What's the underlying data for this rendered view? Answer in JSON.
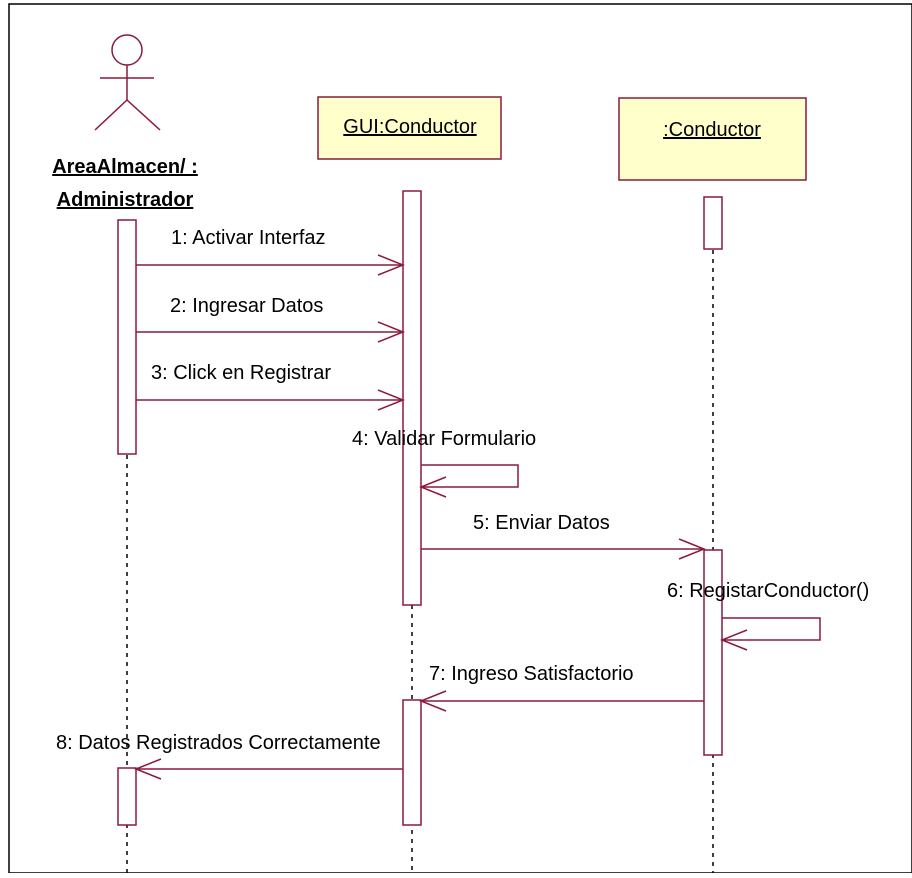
{
  "diagram": {
    "actor": {
      "name_line1": "AreaAlmacen/ :",
      "name_line2": "Administrador"
    },
    "objects": [
      {
        "name": "GUI:Conductor"
      },
      {
        "name": ":Conductor"
      }
    ],
    "messages": [
      {
        "label": "1: Activar Interfaz"
      },
      {
        "label": "2: Ingresar Datos"
      },
      {
        "label": "3: Click en Registrar"
      },
      {
        "label": "4: Validar Formulario"
      },
      {
        "label": "5: Enviar Datos"
      },
      {
        "label": "6: RegistarConductor()"
      },
      {
        "label": "7: Ingreso Satisfactorio"
      },
      {
        "label": "8: Datos Registrados Correctamente"
      }
    ],
    "colors": {
      "line": "#8b1a3c",
      "object_fill": "#ffffcc",
      "object_border": "#8b1a3c",
      "frame": "#000000"
    }
  }
}
